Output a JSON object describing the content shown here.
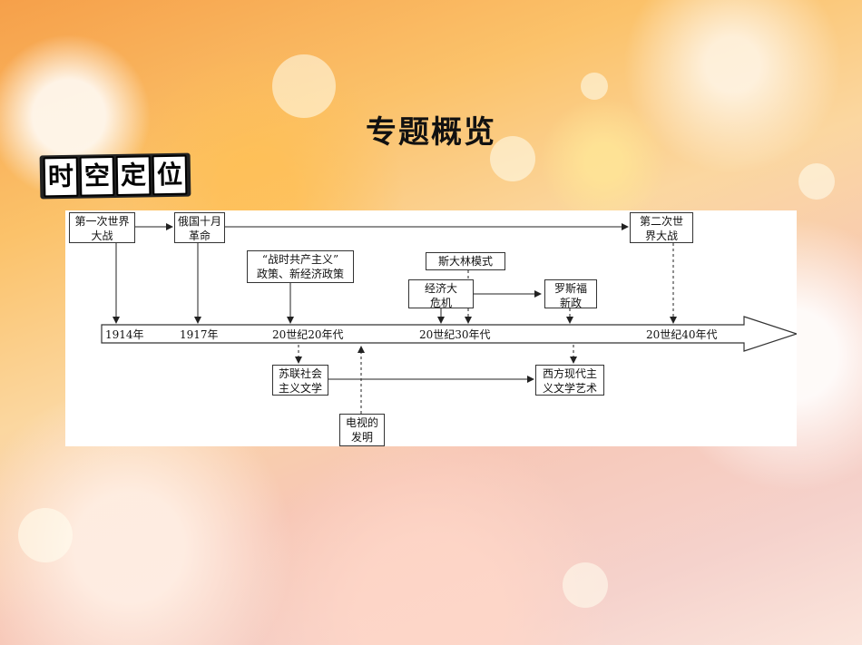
{
  "page": {
    "title": "专题概览"
  },
  "badge": {
    "chars": [
      "时",
      "空",
      "定",
      "位"
    ]
  },
  "timeline": {
    "axis_labels": [
      "1914年",
      "1917年",
      "20世纪20年代",
      "20世纪30年代",
      "20世纪40年代"
    ],
    "events": {
      "ww1": "第一次世界大战",
      "october_revolution": "俄国十月革命",
      "ww2": "第二次世界大战",
      "war_communism_line1": "“战时共产主义”",
      "war_communism_line2": "政策、新经济政策",
      "stalin_model": "斯大林模式",
      "great_depression_line1": "经济大",
      "great_depression_line2": "危机",
      "roosevelt_line1": "罗斯福",
      "roosevelt_line2": "新政",
      "soviet_lit_line1": "苏联社会",
      "soviet_lit_line2": "主义文学",
      "western_modern_line1": "西方现代主",
      "western_modern_line2": "义文学艺术",
      "tv_line1": "电视的",
      "tv_line2": "发明"
    }
  }
}
